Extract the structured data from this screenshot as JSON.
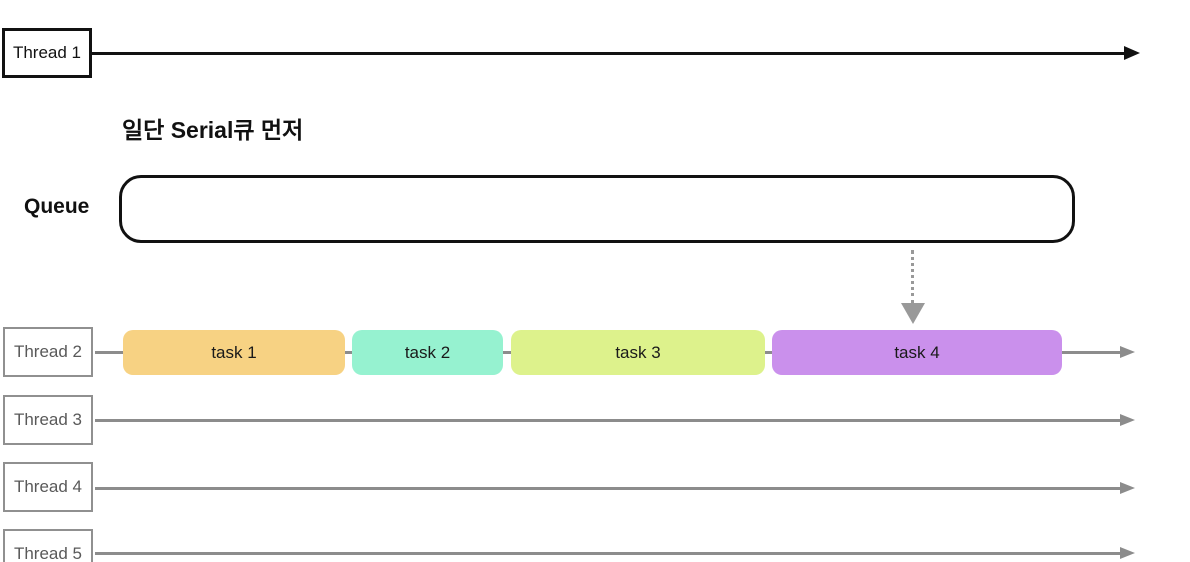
{
  "title": "일단 Serial큐 먼저",
  "queue": {
    "label": "Queue"
  },
  "threads": [
    {
      "label": "Thread 1"
    },
    {
      "label": "Thread 2"
    },
    {
      "label": "Thread 3"
    },
    {
      "label": "Thread 4"
    },
    {
      "label": "Thread 5"
    }
  ],
  "tasks": [
    {
      "label": "task 1",
      "color": "#f7d283"
    },
    {
      "label": "task 2",
      "color": "#96f2d0"
    },
    {
      "label": "task 3",
      "color": "#ddf28c"
    },
    {
      "label": "task 4",
      "color": "#ca90ec"
    }
  ],
  "colors": {
    "main_thread_stroke": "#111111",
    "worker_thread_stroke": "#8c8c8c",
    "worker_thread_text": "#595959",
    "queue_stroke": "#111111",
    "dispatch_arrow": "#999999"
  }
}
